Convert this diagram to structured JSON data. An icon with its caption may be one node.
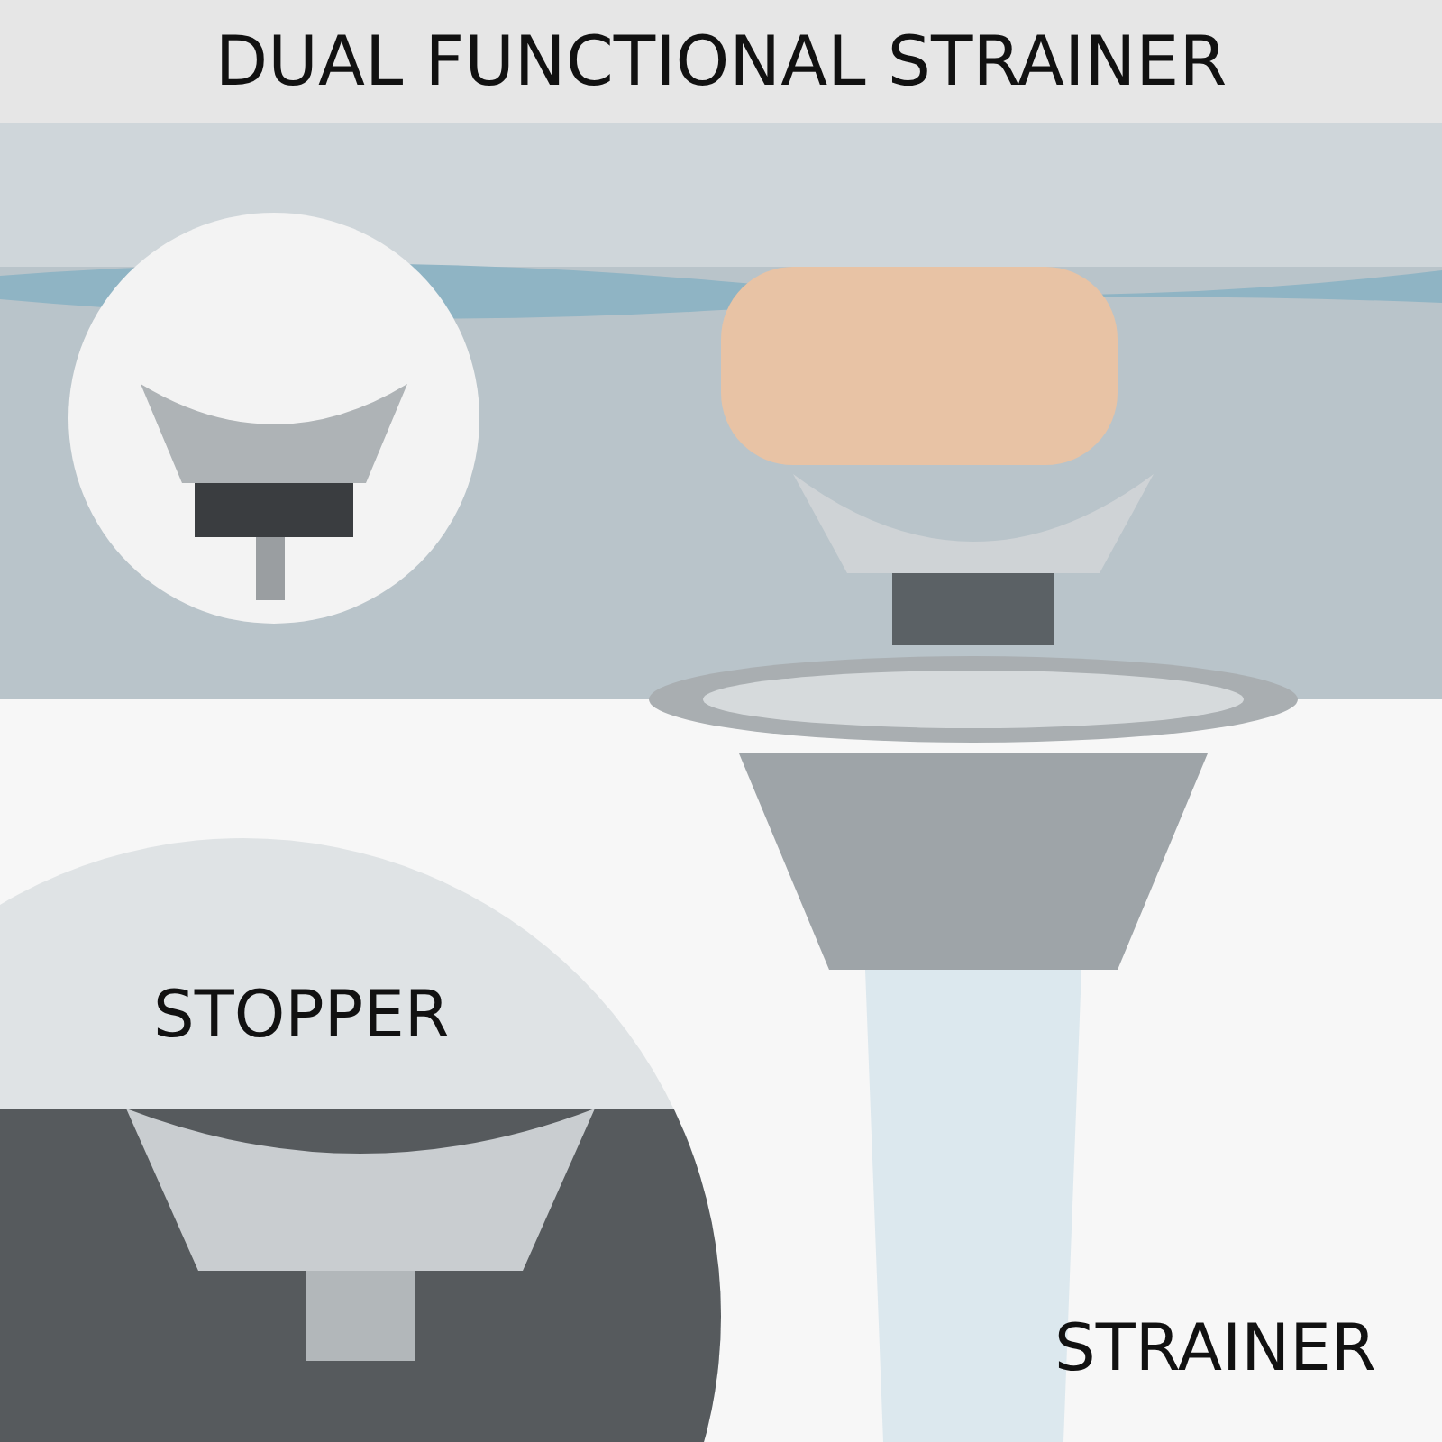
{
  "diagram": {
    "title": "DUAL FUNCTIONAL STRAINER",
    "nodes": [
      {
        "text": [],
        "shape": "picture"
      },
      {
        "text": [
          "STOPPER"
        ]
      }
    ],
    "labels": [
      "STRAINER"
    ]
  }
}
